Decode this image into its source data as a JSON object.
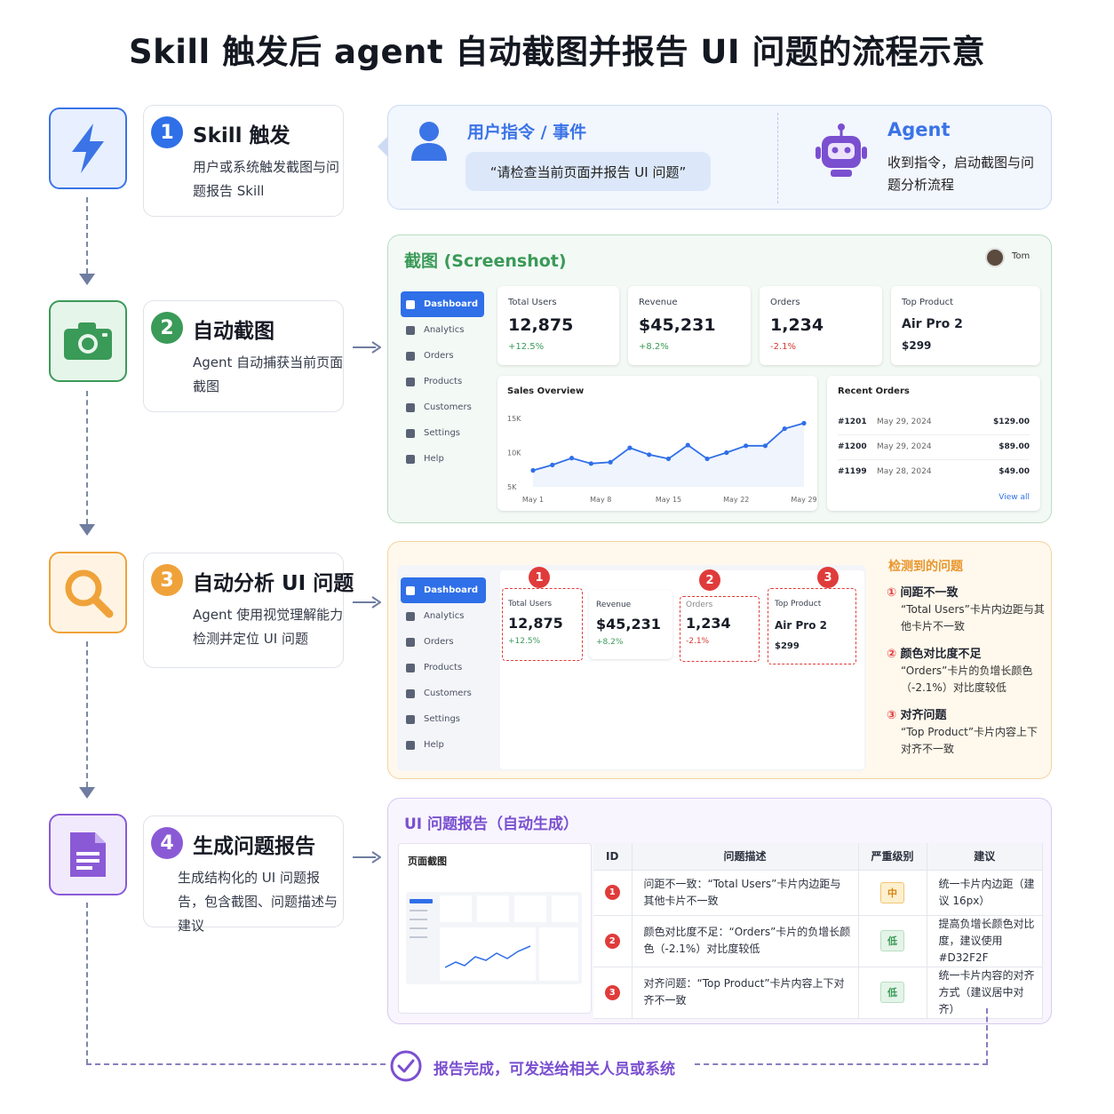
{
  "title": "Skill 触发后 agent 自动截图并报告 UI 问题的流程示意",
  "steps": [
    {
      "num": "1",
      "title": "Skill 触发",
      "desc": "用户或系统触发截图与问题报告 Skill"
    },
    {
      "num": "2",
      "title": "自动截图",
      "desc": "Agent 自动捕获当前页面截图"
    },
    {
      "num": "3",
      "title": "自动分析 UI 问题",
      "desc": "Agent 使用视觉理解能力检测并定位 UI 问题"
    },
    {
      "num": "4",
      "title": "生成问题报告",
      "desc": "生成结构化的 UI 问题报告，包含截图、问题描述与建议"
    }
  ],
  "trigger": {
    "user_title": "用户指令 / 事件",
    "user_quote": "“请检查当前页面并报告 UI 问题”",
    "agent_title": "Agent",
    "agent_desc": "收到指令，启动截图与问题分析流程"
  },
  "screenshot": {
    "title": "截图 (Screenshot)",
    "user": "Tom",
    "sidebar": [
      "Dashboard",
      "Analytics",
      "Orders",
      "Products",
      "Customers",
      "Settings",
      "Help"
    ],
    "kpis": [
      {
        "label": "Total Users",
        "value": "12,875",
        "delta": "+12.5%"
      },
      {
        "label": "Revenue",
        "value": "$45,231",
        "delta": "+8.2%"
      },
      {
        "label": "Orders",
        "value": "1,234",
        "delta": "-2.1%"
      },
      {
        "label": "Top Product",
        "value": "Air Pro 2",
        "delta": "$299"
      }
    ],
    "sales_title": "Sales Overview",
    "recent_title": "Recent Orders",
    "orders": [
      {
        "id": "#1201",
        "date": "May 29, 2024",
        "amount": "$129.00"
      },
      {
        "id": "#1200",
        "date": "May 29, 2024",
        "amount": "$89.00"
      },
      {
        "id": "#1199",
        "date": "May 28, 2024",
        "amount": "$49.00"
      }
    ],
    "view_all": "View all"
  },
  "chart_data": {
    "type": "line",
    "title": "Sales Overview",
    "x_ticks": [
      "May 1",
      "May 8",
      "May 15",
      "May 22",
      "May 29"
    ],
    "y_ticks": [
      "15K",
      "10K",
      "5K"
    ],
    "ylim": [
      5000,
      15000
    ],
    "x": [
      1,
      3,
      5,
      7,
      9,
      11,
      13,
      15,
      17,
      19,
      21,
      23,
      25,
      27,
      29
    ],
    "values": [
      7400,
      8200,
      9200,
      8400,
      8600,
      10700,
      9700,
      9100,
      11100,
      9100,
      10000,
      11000,
      11000,
      13500,
      14300
    ],
    "grid": false,
    "legend": "none"
  },
  "analysis": {
    "kpis": [
      {
        "label": "Total Users",
        "value": "12,875",
        "delta": "+12.5%"
      },
      {
        "label": "Revenue",
        "value": "$45,231",
        "delta": "+8.2%"
      },
      {
        "label": "Orders",
        "value": "1,234",
        "delta": "-2.1%"
      },
      {
        "label": "Top Product",
        "value": "Air Pro 2",
        "delta": "$299"
      }
    ],
    "issues_title": "检测到的问题",
    "issues": [
      {
        "mark": "①",
        "title": "间距不一致",
        "desc": "“Total Users”卡片内边距与其他卡片不一致"
      },
      {
        "mark": "②",
        "title": "颜色对比度不足",
        "desc": "“Orders”卡片的负增长颜色（-2.1%）对比度较低"
      },
      {
        "mark": "③",
        "title": "对齐问题",
        "desc": "“Top Product”卡片内容上下对齐不一致"
      }
    ],
    "badges": [
      "1",
      "2",
      "3"
    ]
  },
  "report": {
    "title": "UI 问题报告（自动生成）",
    "shot_label": "页面截图",
    "headers": [
      "ID",
      "问题描述",
      "严重级别",
      "建议"
    ],
    "rows": [
      {
        "id": "1",
        "desc": "问距不一致：“Total Users”卡片内边距与其他卡片不一致",
        "sev": "中",
        "sug": "统一卡片内边距（建议 16px）"
      },
      {
        "id": "2",
        "desc": "颜色对比度不足：“Orders”卡片的负增长颜色（-2.1%）对比度较低",
        "sev": "低",
        "sug": "提高负增长颜色对比度，建议使用 #D32F2F"
      },
      {
        "id": "3",
        "desc": "对齐问题：“Top Product”卡片内容上下对齐不一致",
        "sev": "低",
        "sug": "统一卡片内容的对齐方式（建议居中对齐）"
      }
    ]
  },
  "footer": "报告完成，可发送给相关人员或系统",
  "colors": {
    "blue": "#3b74e6",
    "green": "#3a9a58",
    "orange": "#f0a23a",
    "purple": "#8a5ad6",
    "red": "#e03b3b"
  },
  "icons": [
    "lightning-icon",
    "camera-icon",
    "magnifier-icon",
    "document-icon",
    "user-icon",
    "robot-icon",
    "check-circle-icon"
  ]
}
